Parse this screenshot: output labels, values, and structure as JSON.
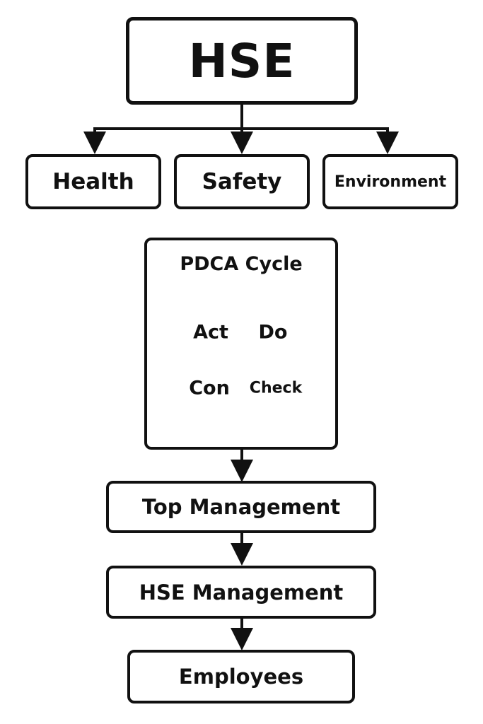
{
  "root": {
    "title": "HSE"
  },
  "pillars": [
    {
      "label": "Health"
    },
    {
      "label": "Safety"
    },
    {
      "label": "Environment"
    }
  ],
  "pdca": {
    "title": "PDCA Cycle",
    "quadrants": {
      "top_left": "Act",
      "top_right": "Do",
      "bottom_left": "Con",
      "bottom_right": "Check"
    }
  },
  "hierarchy": [
    {
      "label": "Top Management"
    },
    {
      "label": "HSE Management"
    },
    {
      "label": "Employees"
    }
  ],
  "colors": {
    "stroke": "#111111",
    "background": "#ffffff"
  }
}
